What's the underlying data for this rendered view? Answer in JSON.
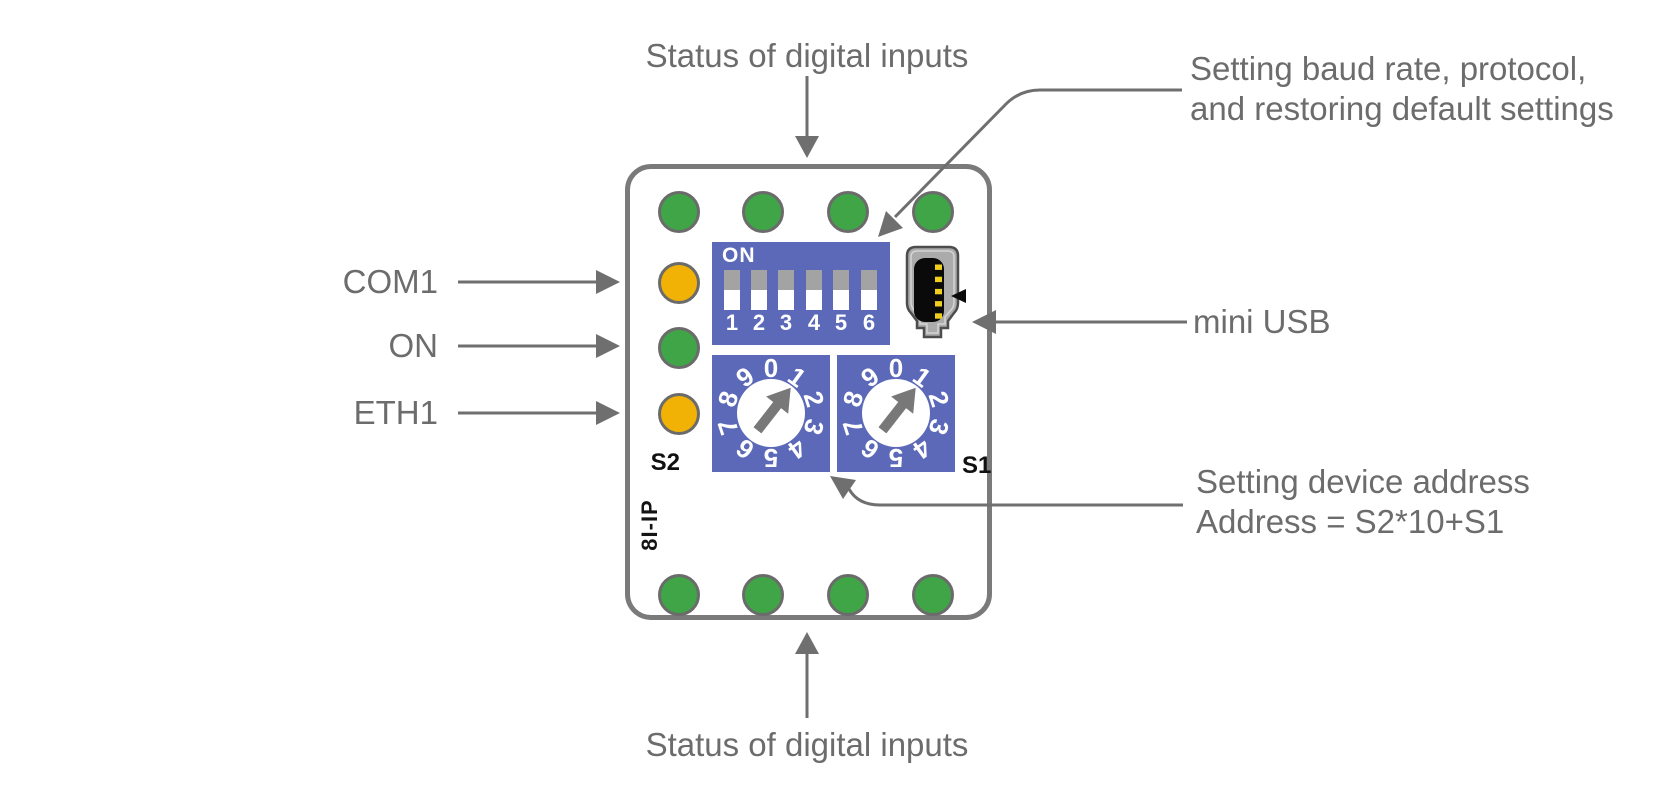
{
  "annotations": {
    "top": "Status of digital inputs",
    "bottom": "Status of digital inputs",
    "baud_line1": "Setting baud rate, protocol,",
    "baud_line2": "and restoring default settings",
    "usb": "mini USB",
    "address_line1": "Setting device address",
    "address_line2": "Address = S2*10+S1"
  },
  "device": {
    "model": "8I-IP",
    "dip_switch": {
      "on_label": "ON",
      "positions": [
        "1",
        "2",
        "3",
        "4",
        "5",
        "6"
      ]
    },
    "rotary_switches": [
      {
        "label": "S2",
        "digits": [
          "0",
          "1",
          "2",
          "3",
          "4",
          "5",
          "6",
          "7",
          "8",
          "9"
        ],
        "pointer_digit": "1"
      },
      {
        "label": "S1",
        "digits": [
          "0",
          "1",
          "2",
          "3",
          "4",
          "5",
          "6",
          "7",
          "8",
          "9"
        ],
        "pointer_digit": "1"
      }
    ],
    "top_leds": [
      "green",
      "green",
      "green",
      "green"
    ],
    "side_leds": [
      {
        "label": "COM1",
        "color": "yellow"
      },
      {
        "label": "ON",
        "color": "green"
      },
      {
        "label": "ETH1",
        "color": "yellow"
      }
    ],
    "bottom_leds": [
      "green",
      "green",
      "green",
      "green"
    ],
    "usb_pin_count": 5
  },
  "colors": {
    "led_green": "#3FA546",
    "led_yellow": "#F1B105",
    "panel_blue": "#5B69B8",
    "arrow_gray": "#6F6F6F",
    "label_text": "#6C6C6C",
    "device_border": "#7A7A7A",
    "usb_pin": "#EFCE1E"
  }
}
